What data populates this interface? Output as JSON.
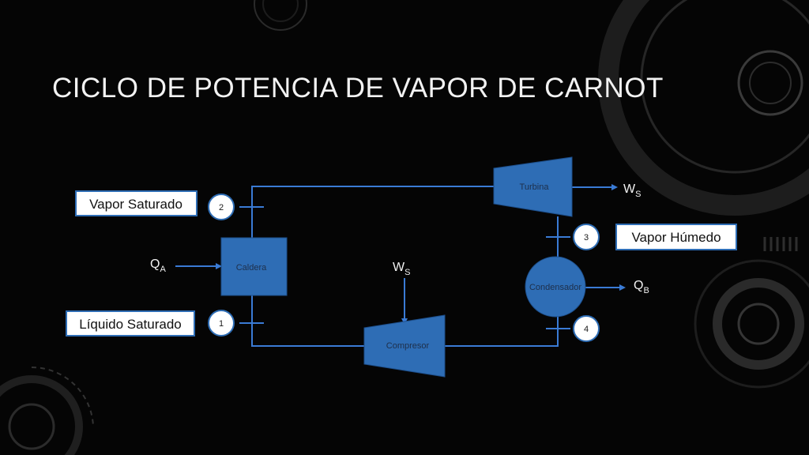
{
  "title": "CICLO DE POTENCIA DE VAPOR DE CARNOT",
  "components": {
    "caldera": "Caldera",
    "turbina": "Turbina",
    "compresor": "Compresor",
    "condensador": "Condensador"
  },
  "states": {
    "s2": {
      "number": "2",
      "label": "Vapor Saturado"
    },
    "s1": {
      "number": "1",
      "label": "Líquido Saturado"
    },
    "s3": {
      "number": "3",
      "label": "Vapor Húmedo"
    },
    "s4": {
      "number": "4",
      "label": ""
    }
  },
  "symbols": {
    "qa": {
      "main": "Q",
      "sub": "A"
    },
    "ws_turbine": {
      "main": "W",
      "sub": "S"
    },
    "ws_compressor": {
      "main": "W",
      "sub": "S"
    },
    "qb": {
      "main": "Q",
      "sub": "B"
    }
  },
  "colors": {
    "background": "#050505",
    "component_fill": "#2e6db5",
    "line": "#3a7bd5",
    "text": "#f2f2f2",
    "label_border": "#2e6db5"
  }
}
